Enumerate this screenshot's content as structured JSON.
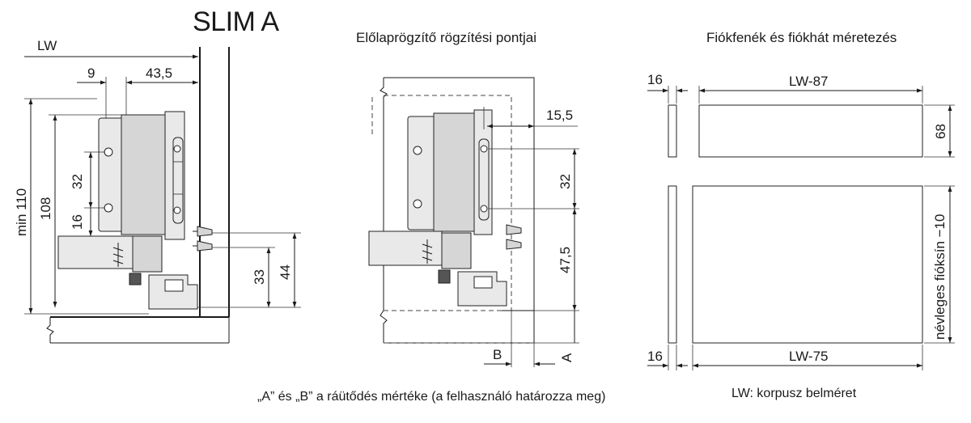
{
  "title": "SLIM A",
  "middle_title": "Előlaprögzítő rögzítési pontjai",
  "right_title": "Fiókfenék és fiókhát méretezés",
  "left_dims": {
    "lw": "LW",
    "d9": "9",
    "d43_5": "43,5",
    "d32": "32",
    "d16": "16",
    "d108": "108",
    "min110": "min 110",
    "d33": "33",
    "d44": "44"
  },
  "middle_dims": {
    "d15_5": "15,5",
    "d32": "32",
    "d47_5": "47,5",
    "b": "B",
    "a": "A"
  },
  "right_dims": {
    "top16": "16",
    "lw87": "LW-87",
    "d68": "68",
    "bottom16": "16",
    "lw75": "LW-75",
    "nominal": "névleges fióksín −10"
  },
  "footnote_ab": "„A” és „B” a ráütődés mértéke (a felhasználó határozza meg)",
  "footnote_lw": "LW: korpusz belméret"
}
